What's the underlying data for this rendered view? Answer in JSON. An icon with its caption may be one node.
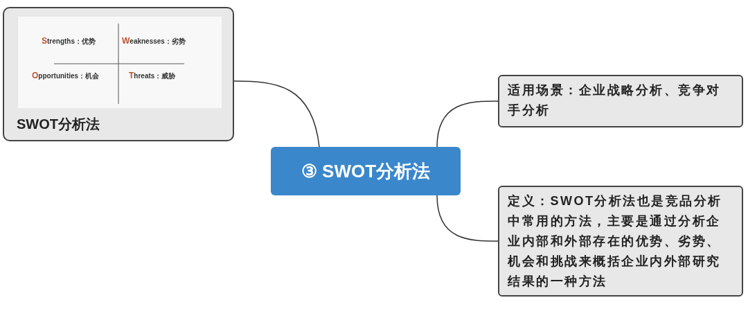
{
  "diagram": {
    "nodes": [
      {
        "text": [
          "SWOT分析法"
        ]
      },
      {
        "text": [
          "③ SWOT分析法"
        ]
      },
      {
        "text": [
          "适用场景：企业战略分析、竞争对手分析"
        ]
      },
      {
        "text": [
          "定义：SWOT分析法也是竞品分析中常用的方法，主要是通过分析企业内部和外部存在的优势、劣势、机会和挑战来概括企业内外部研究结果的一种方法"
        ]
      }
    ],
    "edges": [
      {
        "from": 1,
        "to": 0,
        "arrow": "none"
      },
      {
        "from": 1,
        "to": 2,
        "arrow": "none"
      },
      {
        "from": 1,
        "to": 3,
        "arrow": "none"
      }
    ],
    "labels": [
      "Strengths：优势",
      "Weaknesses：劣势",
      "Opportunities：机会",
      "Threats：威胁"
    ]
  }
}
